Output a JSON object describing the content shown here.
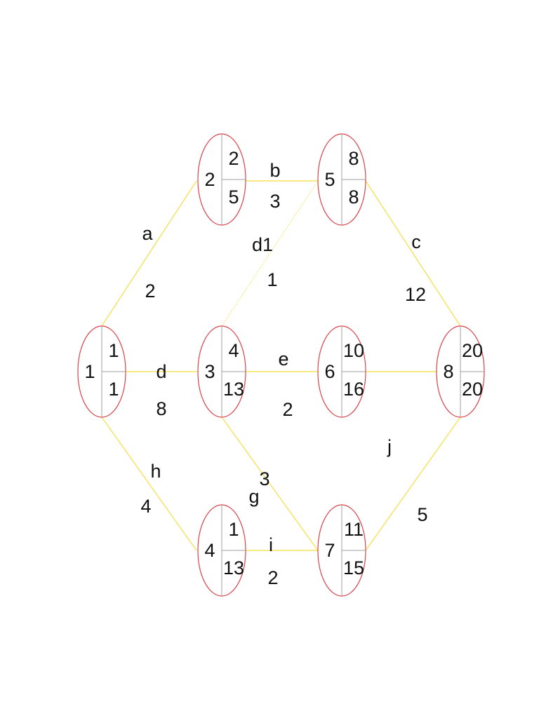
{
  "colors": {
    "edge": "#f5e25a",
    "dummy_edge": "#f5e25a",
    "node_outline": "#d9434a",
    "divider": "#a0a0a0",
    "text": "#111111"
  },
  "nodes": [
    {
      "key": "n1",
      "id": "1",
      "top": "1",
      "bottom": "1"
    },
    {
      "key": "n2",
      "id": "2",
      "top": "2",
      "bottom": "5"
    },
    {
      "key": "n3",
      "id": "3",
      "top": "4",
      "bottom": "13"
    },
    {
      "key": "n4",
      "id": "4",
      "top": "1",
      "bottom": "13"
    },
    {
      "key": "n5",
      "id": "5",
      "top": "8",
      "bottom": "8"
    },
    {
      "key": "n6",
      "id": "6",
      "top": "10",
      "bottom": "16"
    },
    {
      "key": "n7",
      "id": "7",
      "top": "11",
      "bottom": "15"
    },
    {
      "key": "n8",
      "id": "8",
      "top": "20",
      "bottom": "20"
    }
  ],
  "edges": [
    {
      "key": "a",
      "from": "1",
      "to": "2",
      "activity": "a",
      "duration": "2"
    },
    {
      "key": "b",
      "from": "2",
      "to": "5",
      "activity": "b",
      "duration": "3"
    },
    {
      "key": "c",
      "from": "5",
      "to": "8",
      "activity": "c",
      "duration": "12"
    },
    {
      "key": "d",
      "from": "1",
      "to": "3",
      "activity": "d",
      "duration": "8"
    },
    {
      "key": "d1",
      "from": "3",
      "to": "5",
      "activity": "d1",
      "duration": "1",
      "dummy": true
    },
    {
      "key": "e",
      "from": "3",
      "to": "6",
      "activity": "e",
      "duration": "2"
    },
    {
      "key": "f",
      "from": "6",
      "to": "8",
      "activity": "",
      "duration": ""
    },
    {
      "key": "g",
      "from": "3",
      "to": "7",
      "activity": "g",
      "duration": "3"
    },
    {
      "key": "h",
      "from": "1",
      "to": "4",
      "activity": "h",
      "duration": "4"
    },
    {
      "key": "i",
      "from": "4",
      "to": "7",
      "activity": "i",
      "duration": "2"
    },
    {
      "key": "j",
      "from": "7",
      "to": "8",
      "activity": "j",
      "duration": "5"
    }
  ]
}
